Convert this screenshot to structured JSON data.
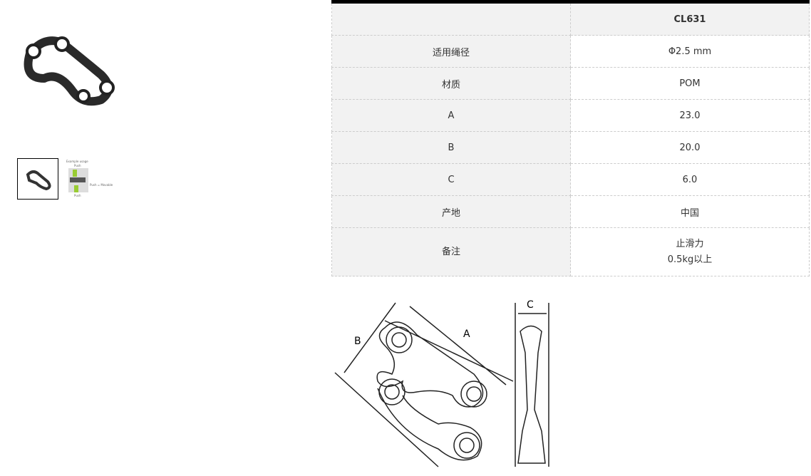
{
  "gallery": {
    "thumb2": {
      "title": "Example usage",
      "push_top": "Push",
      "push_side": "Push = Movable",
      "push_bottom": "Push"
    }
  },
  "table": {
    "header": {
      "label": "",
      "value": "CL631"
    },
    "rows": [
      {
        "label": "适用绳径",
        "value": "Φ2.5 mm"
      },
      {
        "label": "材质",
        "value": "POM"
      },
      {
        "label": "A",
        "value": "23.0"
      },
      {
        "label": "B",
        "value": "20.0"
      },
      {
        "label": "C",
        "value": "6.0"
      },
      {
        "label": "产地",
        "value": "中国"
      }
    ],
    "note": {
      "label": "备注",
      "line1": "止滑力",
      "line2": "0.5kg以上"
    }
  },
  "drawing": {
    "dim_a": "A",
    "dim_b": "B",
    "dim_c": "C"
  }
}
